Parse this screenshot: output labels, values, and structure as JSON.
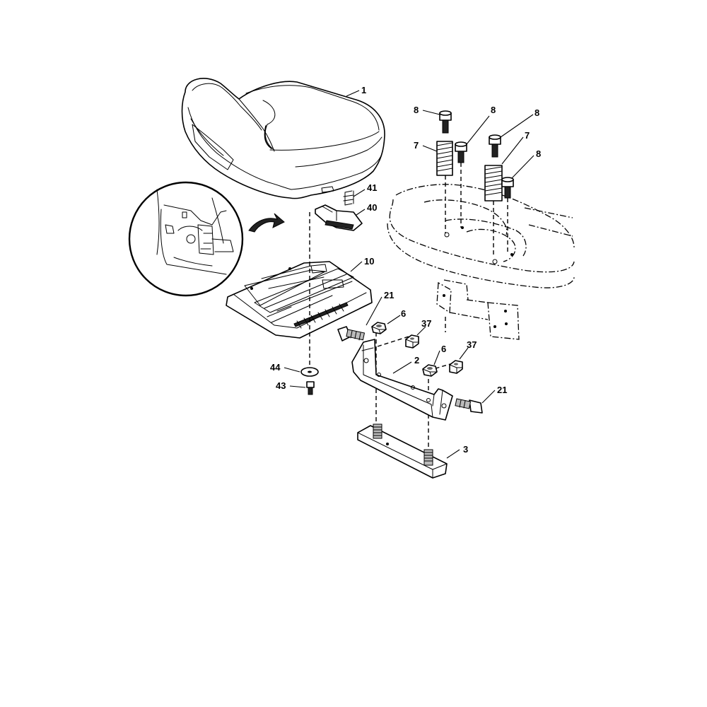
{
  "labels": {
    "seat": "1",
    "seat_pan": "10",
    "bracket": "2",
    "plate": "3",
    "nut_6a": "6",
    "nut_6b": "6",
    "spring_7a": "7",
    "spring_7b": "7",
    "screw_8a": "8",
    "screw_8b": "8",
    "screw_8c": "8",
    "screw_8d": "8",
    "bolt_21a": "21",
    "bolt_21b": "21",
    "nut_37a": "37",
    "nut_37b": "37",
    "switch_40": "40",
    "spring_41": "41",
    "screw_43": "43",
    "washer_44": "44"
  }
}
